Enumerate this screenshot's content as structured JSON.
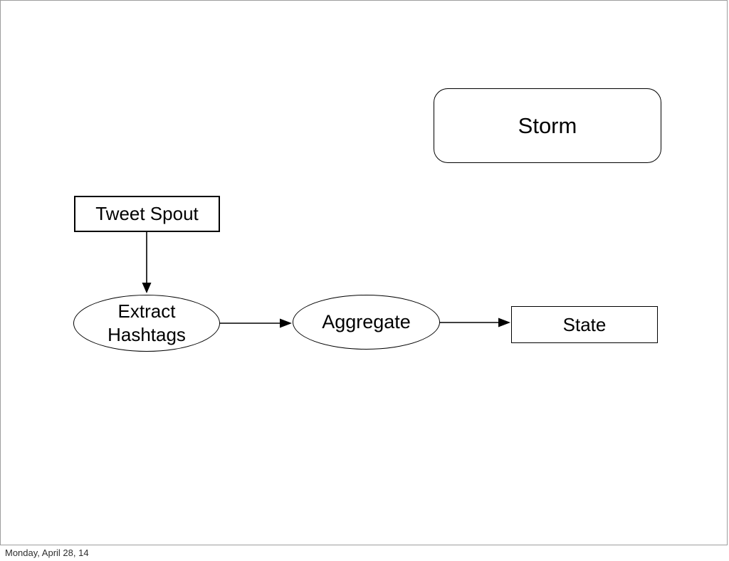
{
  "footer": {
    "date": "Monday, April 28, 14"
  },
  "diagram": {
    "storm": {
      "label": "Storm",
      "shape": "rounded-rect"
    },
    "nodes": [
      {
        "id": "tweet-spout",
        "label": "Tweet Spout",
        "shape": "rect"
      },
      {
        "id": "extract-hashtags",
        "label": "Extract Hashtags",
        "label_lines": [
          "Extract",
          "Hashtags"
        ],
        "shape": "ellipse"
      },
      {
        "id": "aggregate",
        "label": "Aggregate",
        "shape": "ellipse"
      },
      {
        "id": "state",
        "label": "State",
        "shape": "rect"
      }
    ],
    "edges": [
      {
        "from": "tweet-spout",
        "to": "extract-hashtags",
        "direction": "down"
      },
      {
        "from": "extract-hashtags",
        "to": "aggregate",
        "direction": "right"
      },
      {
        "from": "aggregate",
        "to": "state",
        "direction": "right"
      }
    ],
    "colors": {
      "stroke": "#000000",
      "text": "#000000",
      "slide_border": "#9e9e9e",
      "background": "#ffffff"
    }
  }
}
